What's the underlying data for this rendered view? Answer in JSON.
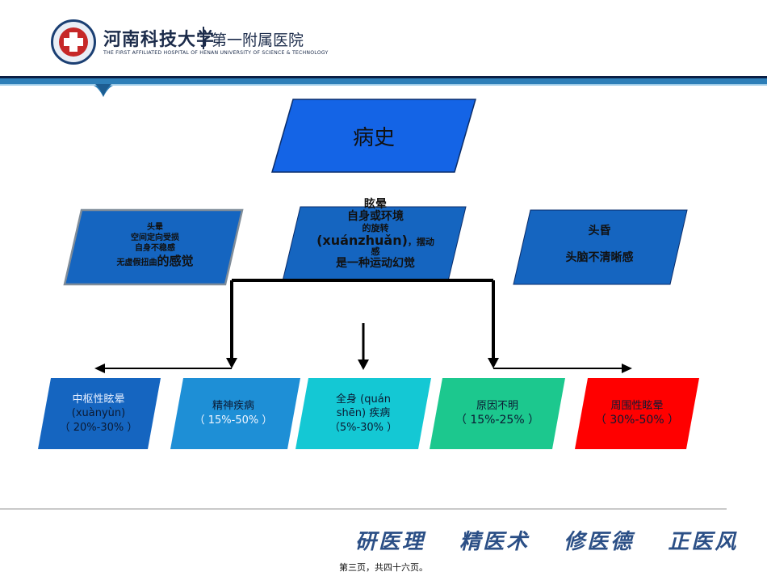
{
  "header": {
    "university": "河南科技大学",
    "hospital": "第一附属医院",
    "english": "THE FIRST AFFILIATED HOSPITAL OF HENAN UNIVERSITY OF SCIENCE & TECHNOLOGY"
  },
  "diagram": {
    "title": "病史",
    "left_node": {
      "line1": "头晕",
      "line2": "空间定向受损",
      "line3": "自身不稳感",
      "line4a": "无虚假扭曲",
      "line4b": "的感觉"
    },
    "center_node": {
      "line1": "眩晕",
      "line2": "自身或环境",
      "line3": "的旋转",
      "line4a": "(xuánzhuǎn)",
      "line4b": "，摆动",
      "line5": "感",
      "line6": "是一种运动幻觉"
    },
    "right_node": {
      "line1": "头昏",
      "line2": "头脑不清晰感"
    },
    "categories": [
      {
        "line1": "中枢性眩晕",
        "line2": "(xuànyùn)",
        "line3": "（ 20%-30% ）",
        "color": "#1565c0"
      },
      {
        "line1": "精神疾病",
        "line2": "（ 15%-50% ）",
        "line3": "",
        "color": "#1e8fd6"
      },
      {
        "line1": "全身 (quán",
        "line2": "shēn) 疾病",
        "line3": "（5%-30% ）",
        "color": "#14c8d4"
      },
      {
        "line1": "原因不明",
        "line2": "（ 15%-25% ）",
        "line3": "",
        "color": "#1cc88e"
      },
      {
        "line1": "周围性眩晕",
        "line2": "（ 30%-50% ）",
        "line3": "",
        "color": "#ff0000"
      }
    ]
  },
  "footer": {
    "motto": [
      "研医理",
      "精医术",
      "修医德",
      "正医风"
    ],
    "page": "第三页，共四十六页。"
  }
}
